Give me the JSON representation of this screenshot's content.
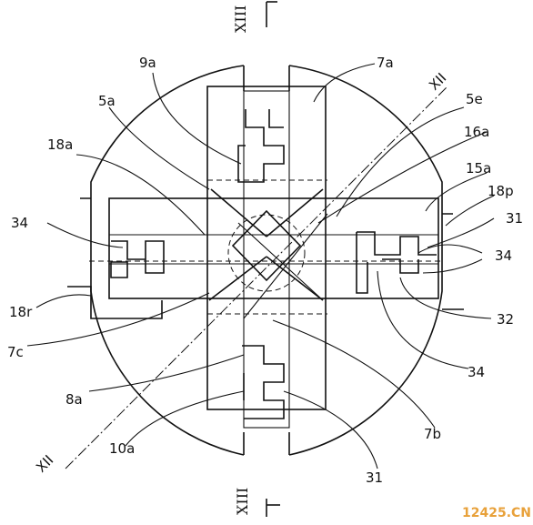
{
  "labels": {
    "l_9a": "9a",
    "l_7a": "7a",
    "l_xii_top": "XII",
    "l_5e": "5e",
    "l_5a": "5a",
    "l_16a": "16a",
    "l_18a": "18a",
    "l_15a": "15a",
    "l_18p": "18p",
    "l_34_left": "34",
    "l_31_right": "31",
    "l_34_right": "34",
    "l_18r": "18r",
    "l_32": "32",
    "l_7c": "7c",
    "l_34_lower": "34",
    "l_8a": "8a",
    "l_7b": "7b",
    "l_10a": "10a",
    "l_xii_bottom": "XII",
    "l_31_bottom": "31"
  },
  "section_marks": {
    "top": "XIII",
    "bottom": "XIII"
  },
  "watermark": {
    "text": "12425.CN",
    "color": "#e8a13a"
  }
}
